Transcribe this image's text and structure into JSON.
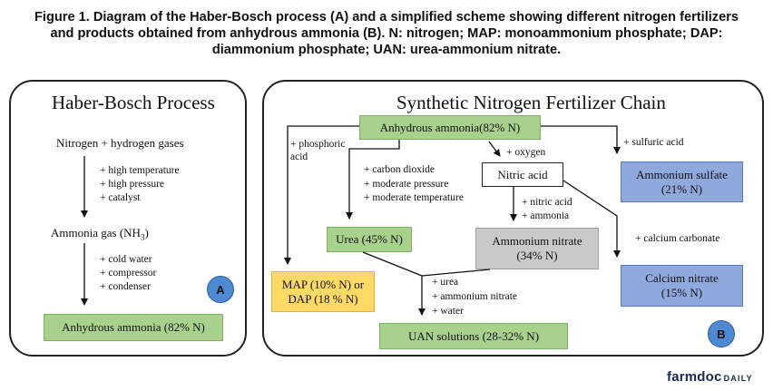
{
  "caption": "Figure 1. Diagram of the Haber-Bosch process (A) and a simplified scheme showing different nitrogen fertilizers and products obtained from anhydrous ammonia (B). N: nitrogen; MAP: monoammonium phosphate; DAP: diammonium phosphate; UAN: urea-ammonium nitrate.",
  "panel_a": {
    "title": "Haber-Bosch Process",
    "start": "Nitrogen + hydrogen gases",
    "conditions1": [
      "+ high temperature",
      "+ high pressure",
      "+ catalyst"
    ],
    "middle_pre": "Ammonia gas (NH",
    "middle_sub": "3",
    "middle_post": ")",
    "conditions2": [
      "+ cold water",
      "+ compressor",
      "+ condenser"
    ],
    "end": "Anhydrous ammonia (82% N)",
    "badge": "A"
  },
  "panel_b": {
    "title": "Synthetic Nitrogen Fertilizer Chain",
    "source": "Anhydrous ammonia(82% N)",
    "phosphoric_line1": "+ phosphoric",
    "phosphoric_line2": "acid",
    "oxygen": "+ oxygen",
    "sulfuric": "+ sulfuric acid",
    "urea_conditions": [
      "+ carbon dioxide",
      "+ moderate pressure",
      "+ moderate temperature"
    ],
    "nitric": "Nitric acid",
    "nitric_conditions": [
      "+ nitric acid",
      "+ ammonia"
    ],
    "ammonium_sulfate_1": "Ammonium sulfate",
    "ammonium_sulfate_2": "(21% N)",
    "urea": "Urea (45% N)",
    "ammonium_nitrate_1": "Ammonium nitrate",
    "ammonium_nitrate_2": "(34% N)",
    "calcium_carbonate": "+ calcium carbonate",
    "map_dap_1": "MAP (10% N) or",
    "map_dap_2": "DAP (18 % N)",
    "uan_conditions": [
      "+ urea",
      "+ ammonium nitrate",
      "+ water"
    ],
    "calcium_nitrate_1": "Calcium nitrate",
    "calcium_nitrate_2": "(15% N)",
    "uan": "UAN solutions (28-32% N)",
    "badge": "B"
  },
  "logo": {
    "part1": "farmdoc",
    "part2": "DAILY"
  },
  "colors": {
    "green": "#a9d18e",
    "gray": "#c9c9c9",
    "blue": "#8fa9dc",
    "yellow": "#ffd966",
    "badge": "#4e8ad4"
  }
}
